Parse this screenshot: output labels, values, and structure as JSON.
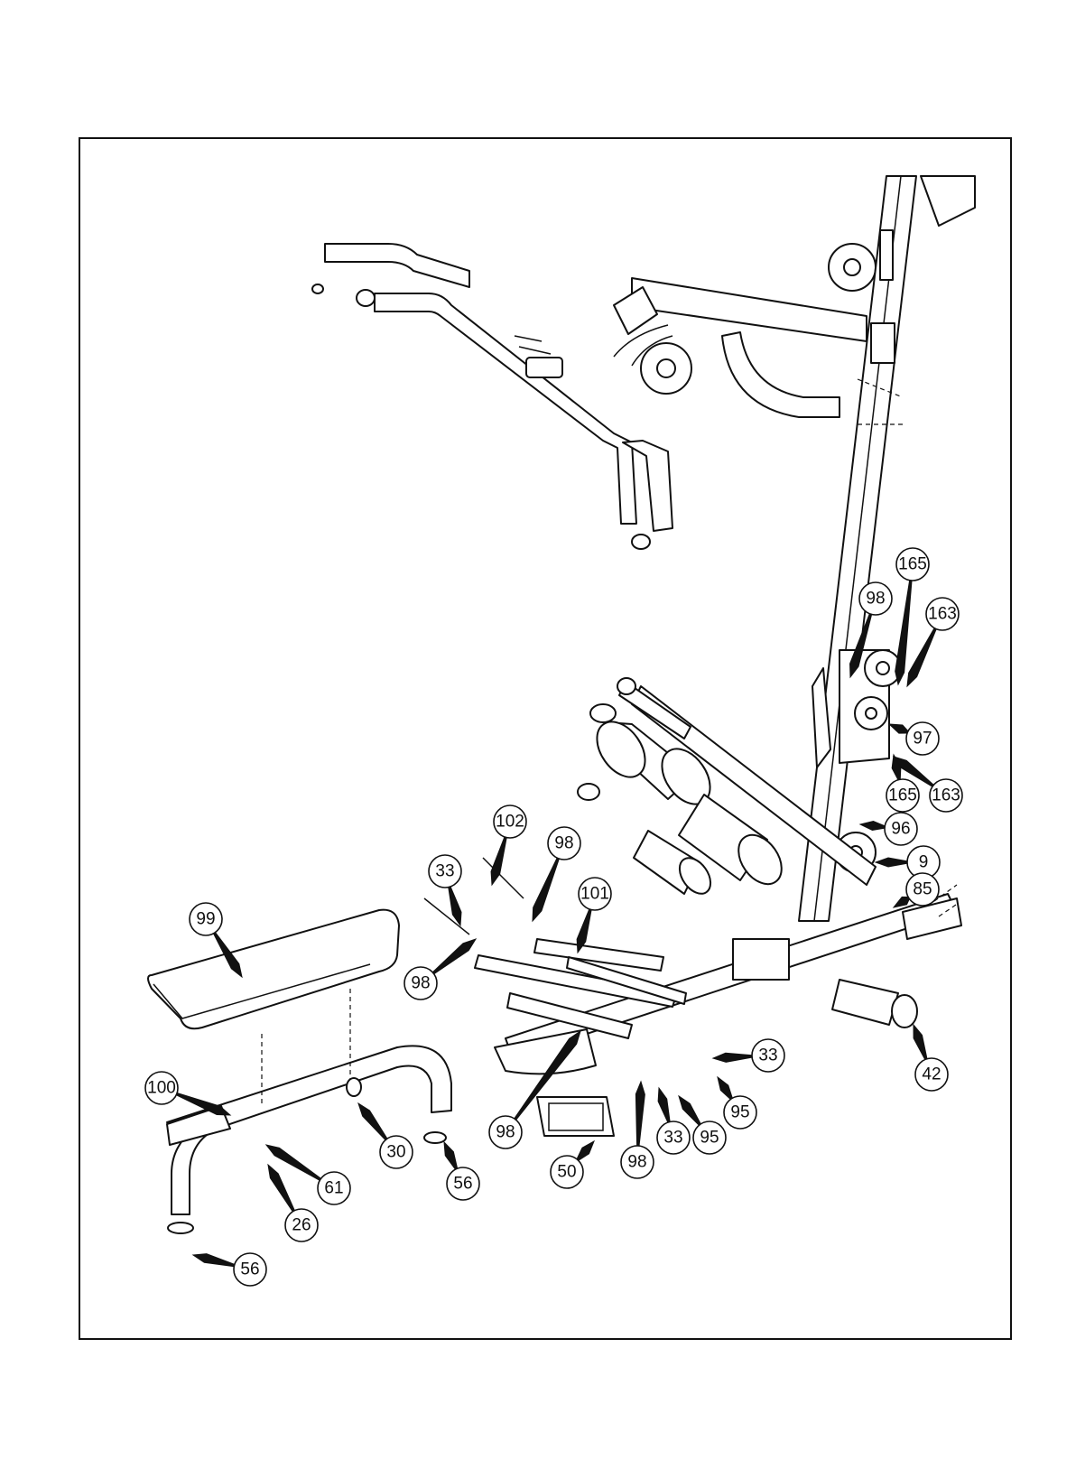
{
  "callouts": [
    {
      "id": "c1",
      "label": "165"
    },
    {
      "id": "c2",
      "label": "98"
    },
    {
      "id": "c3",
      "label": "163"
    },
    {
      "id": "c4",
      "label": "97"
    },
    {
      "id": "c5",
      "label": "165"
    },
    {
      "id": "c6",
      "label": "163"
    },
    {
      "id": "c7",
      "label": "96"
    },
    {
      "id": "c8",
      "label": "9"
    },
    {
      "id": "c9",
      "label": "85"
    },
    {
      "id": "c10",
      "label": "102"
    },
    {
      "id": "c11",
      "label": "98"
    },
    {
      "id": "c12",
      "label": "33"
    },
    {
      "id": "c13",
      "label": "101"
    },
    {
      "id": "c14",
      "label": "99"
    },
    {
      "id": "c15",
      "label": "98"
    },
    {
      "id": "c16",
      "label": "33"
    },
    {
      "id": "c17",
      "label": "42"
    },
    {
      "id": "c18",
      "label": "100"
    },
    {
      "id": "c19",
      "label": "95"
    },
    {
      "id": "c20",
      "label": "98"
    },
    {
      "id": "c21",
      "label": "30"
    },
    {
      "id": "c22",
      "label": "33"
    },
    {
      "id": "c23",
      "label": "95"
    },
    {
      "id": "c24",
      "label": "61"
    },
    {
      "id": "c25",
      "label": "56"
    },
    {
      "id": "c26",
      "label": "50"
    },
    {
      "id": "c27",
      "label": "98"
    },
    {
      "id": "c28",
      "label": "26"
    },
    {
      "id": "c29",
      "label": "56"
    }
  ]
}
